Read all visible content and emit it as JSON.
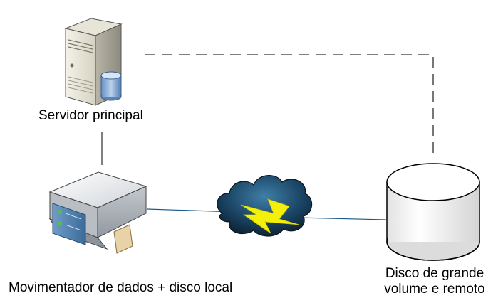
{
  "diagram": {
    "nodes": {
      "main_server": {
        "label": "Servidor principal",
        "icon": "server-tower-with-database-icon"
      },
      "data_mover": {
        "label": "Movimentador de dados + disco local",
        "icon": "rack-server-icon"
      },
      "remote_disk": {
        "label_line1": "Disco de grande",
        "label_line2": "volume e remoto",
        "icon": "disk-cylinder-icon"
      }
    },
    "network": {
      "icon": "storm-cloud-lightning-icon"
    },
    "connections": [
      {
        "from": "main_server",
        "to": "data_mover",
        "style": "solid"
      },
      {
        "from": "main_server",
        "to": "remote_disk",
        "style": "dashed"
      },
      {
        "from": "data_mover",
        "to": "remote_disk",
        "style": "solid-via-network"
      }
    ],
    "colors": {
      "cloud_dark": "#0c2436",
      "cloud_mid": "#2f6a91",
      "lightning": "#f4f00a",
      "link_blue": "#1a5a8a",
      "dashed_line": "#555555"
    }
  }
}
